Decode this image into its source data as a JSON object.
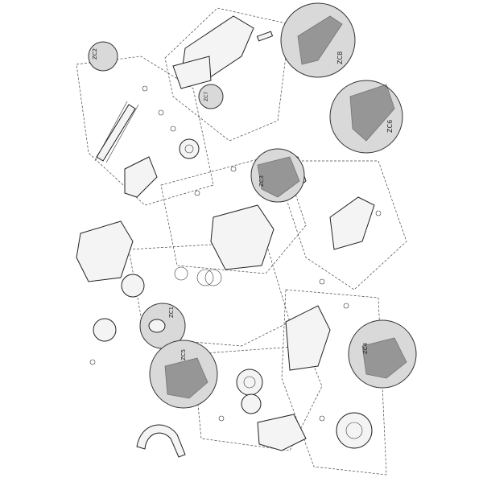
{
  "detail_callouts": [
    {
      "label": "ZC2"
    },
    {
      "label": "ZC8"
    },
    {
      "label": "ZC6"
    },
    {
      "label": "ZC3"
    },
    {
      "label": "ZC7"
    },
    {
      "label": "ZC1"
    },
    {
      "label": "ZC5"
    },
    {
      "label": "ZC4"
    }
  ],
  "colors": {
    "line": "#222222",
    "callout_fill": "#d9d9d9",
    "background": "#ffffff"
  }
}
